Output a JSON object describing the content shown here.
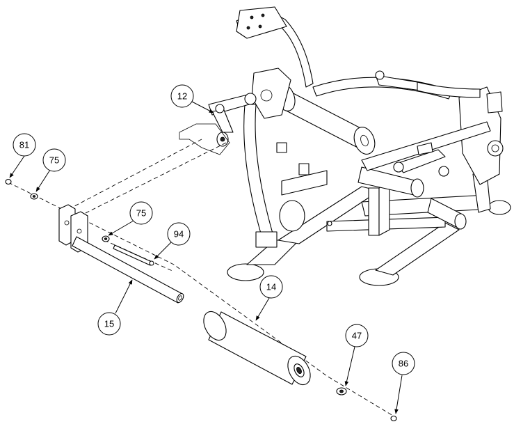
{
  "balloons": [
    {
      "id": "12"
    },
    {
      "id": "81"
    },
    {
      "id": "75"
    },
    {
      "id": "75"
    },
    {
      "id": "94"
    },
    {
      "id": "15"
    },
    {
      "id": "14"
    },
    {
      "id": "47"
    },
    {
      "id": "86"
    }
  ]
}
